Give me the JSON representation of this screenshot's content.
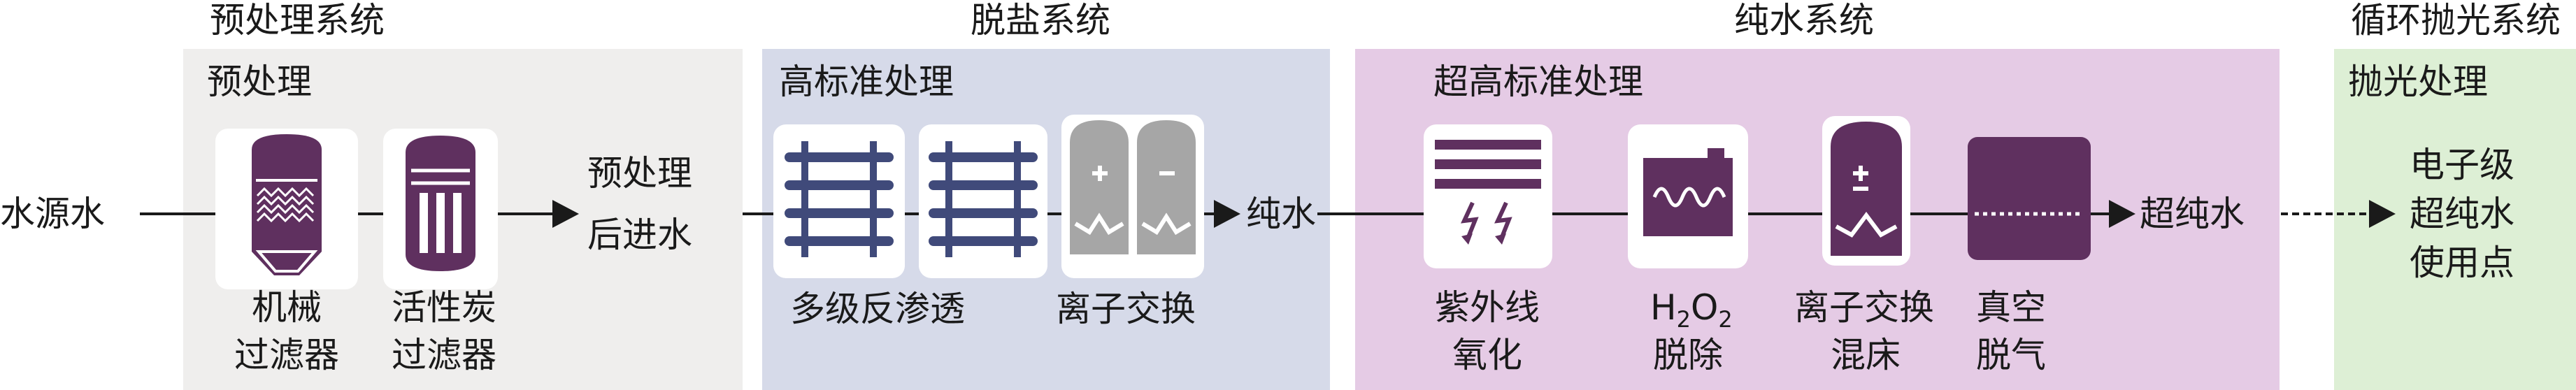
{
  "colors": {
    "pretreat_bg": "#efeeed",
    "desalt_bg": "#d6dae9",
    "pure_bg": "#e5cbe5",
    "polish_bg": "#ddefd5",
    "purple": "#5f305f",
    "gray": "#a6a6a6"
  },
  "systems": [
    {
      "title": "预处理系统",
      "subtitle": "预处理"
    },
    {
      "title": "脱盐系统",
      "subtitle": "高标准处理"
    },
    {
      "title": "纯水系统",
      "subtitle": "超高标准处理"
    },
    {
      "title": "循环抛光系统",
      "subtitle": "抛光处理"
    }
  ],
  "flow": {
    "source": "水源水",
    "pretreated_line1": "预处理",
    "pretreated_line2": "后进水",
    "pure_water": "纯水",
    "ultrapure_water": "超纯水",
    "point_of_use": [
      "电子级",
      "超纯水",
      "使用点"
    ]
  },
  "equipment": {
    "mechanical_filter": [
      "机械",
      "过滤器"
    ],
    "carbon_filter": [
      "活性炭",
      "过滤器"
    ],
    "ro": "多级反渗透",
    "ion_exchange": "离子交换",
    "uv_oxidation": [
      "紫外线",
      "氧化"
    ],
    "h2o2_removal": {
      "formula_h": "H",
      "sub_2a": "2",
      "formula_o": "O",
      "sub_2b": "2",
      "line2": "脱除"
    },
    "mixed_bed": [
      "离子交换",
      "混床"
    ],
    "vacuum_degas": [
      "真空",
      "脱气"
    ]
  },
  "icons": [
    "filter-tank-icon",
    "carbon-filter-icon",
    "ro-membrane-icon",
    "ion-exchange-tank-icon",
    "uv-lamp-icon",
    "h2o2-reactor-icon",
    "mixed-bed-tank-icon",
    "vacuum-degas-icon",
    "flow-arrow-icon"
  ]
}
